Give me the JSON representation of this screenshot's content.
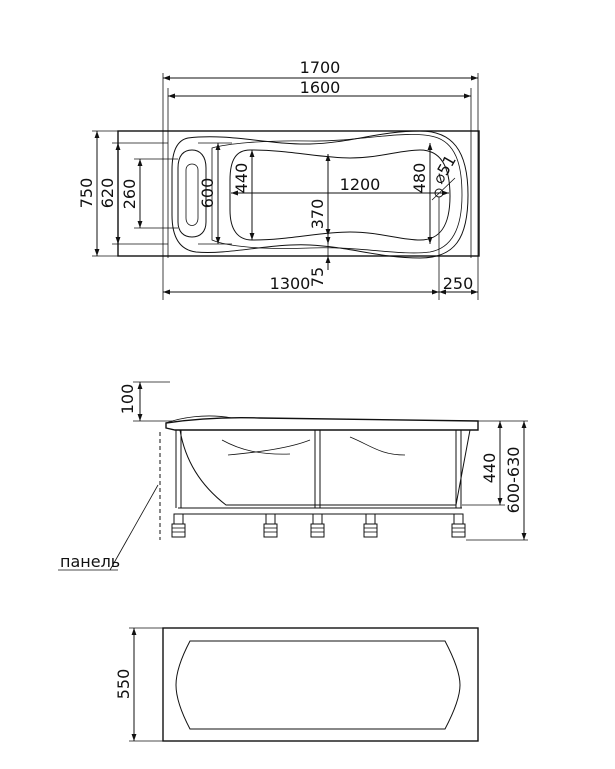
{
  "top_view": {
    "length_overall": "1700",
    "length_inner": "1600",
    "width_overall": "750",
    "width_inner": "620",
    "headrest_width": "260",
    "bowl_width_left": "600",
    "bowl_width_mid": "440",
    "bowl_length": "1200",
    "bowl_width_center": "370",
    "bowl_width_right": "480",
    "drain_diameter": "⌀51",
    "offset_75": "75",
    "length_1300": "1300",
    "length_250": "250"
  },
  "side_view": {
    "rim_height": "100",
    "bowl_depth": "440",
    "total_height": "600-630",
    "panel_label": "панель"
  },
  "panel_view": {
    "panel_height": "550"
  }
}
